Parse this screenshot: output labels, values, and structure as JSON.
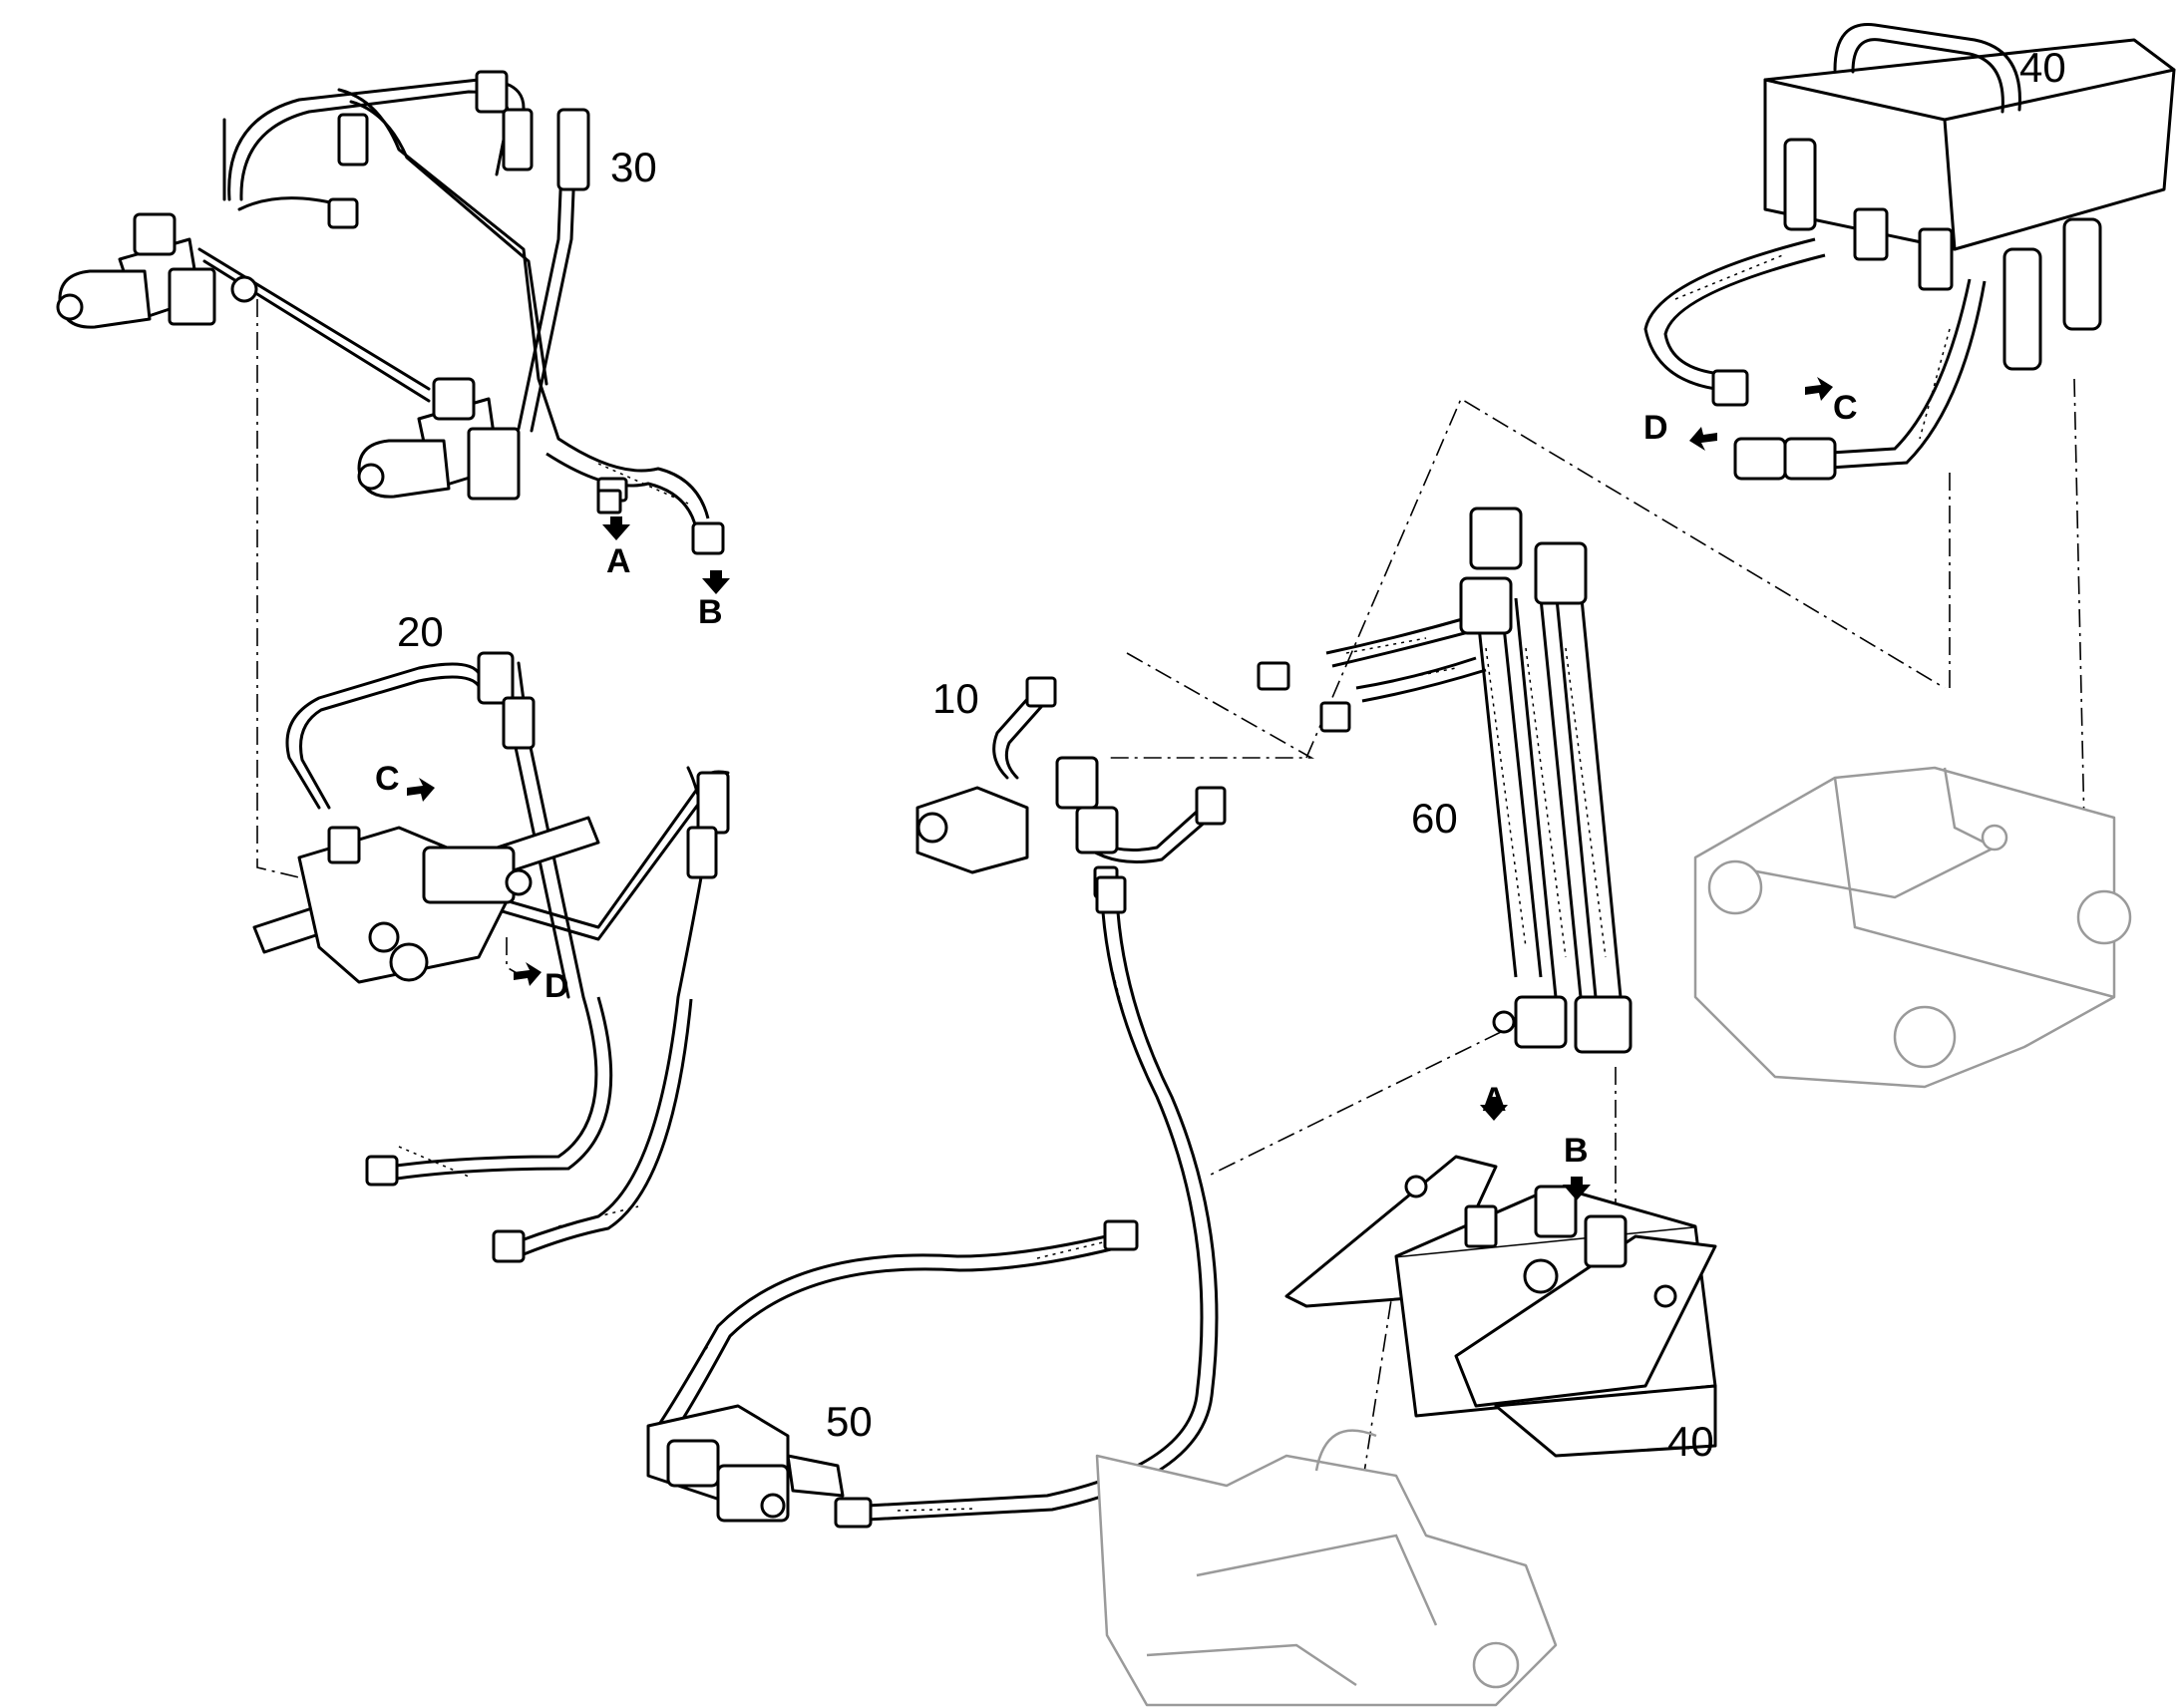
{
  "diagram": {
    "callouts": [
      {
        "id": "c30",
        "text": "30"
      },
      {
        "id": "c20",
        "text": "20"
      },
      {
        "id": "c10",
        "text": "10"
      },
      {
        "id": "c60",
        "text": "60"
      },
      {
        "id": "c50",
        "text": "50"
      },
      {
        "id": "c40_top",
        "text": "40"
      },
      {
        "id": "c40_bottom",
        "text": "40"
      }
    ],
    "ports": {
      "a_30": "A",
      "b_30": "B",
      "c_20": "C",
      "d_20": "D",
      "c_40": "C",
      "d_40": "D",
      "a_40": "A",
      "b_40": "B"
    }
  }
}
